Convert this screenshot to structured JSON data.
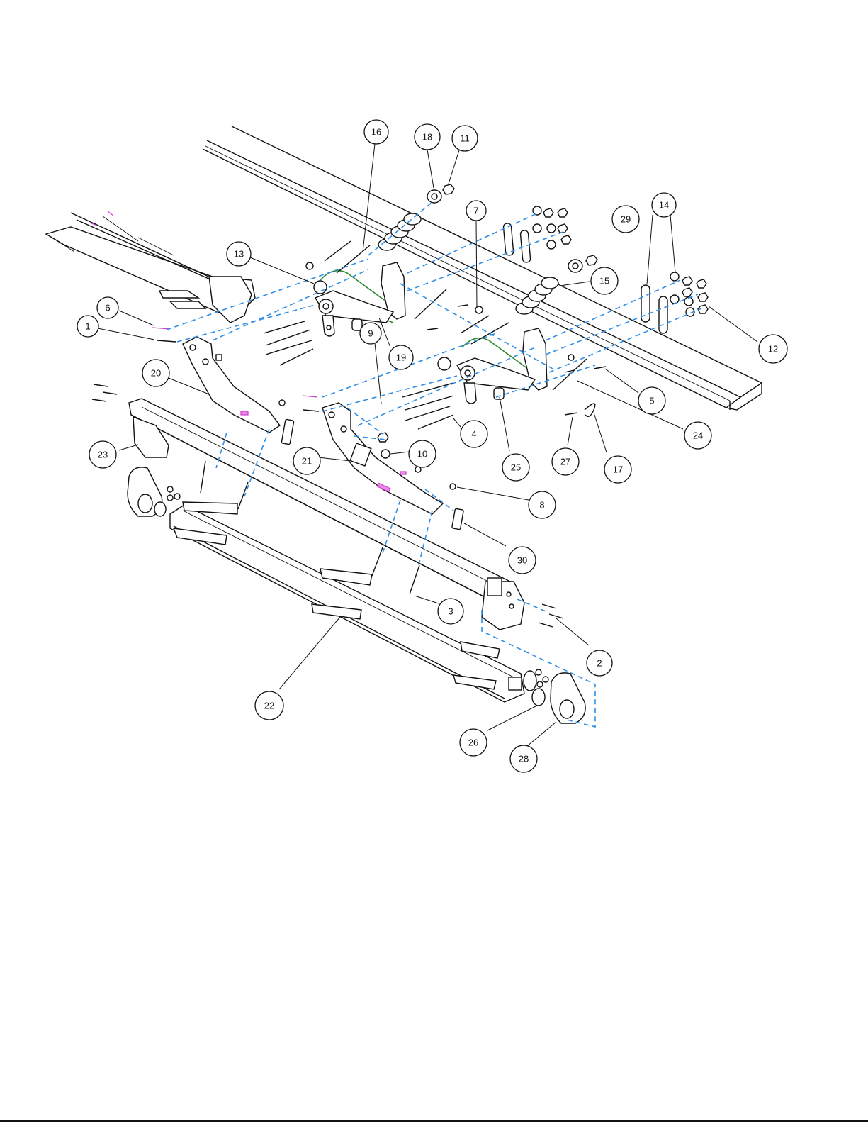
{
  "colors": {
    "line": "#111111",
    "dashed_guide": "#2f8fe8",
    "highlight_magenta": "#d23bd2",
    "highlight_green": "#2e8a2e"
  },
  "callouts": [
    {
      "label": "1"
    },
    {
      "label": "2"
    },
    {
      "label": "3"
    },
    {
      "label": "4"
    },
    {
      "label": "5"
    },
    {
      "label": "6"
    },
    {
      "label": "7"
    },
    {
      "label": "8"
    },
    {
      "label": "9"
    },
    {
      "label": "10"
    },
    {
      "label": "11"
    },
    {
      "label": "12"
    },
    {
      "label": "13"
    },
    {
      "label": "14"
    },
    {
      "label": "15"
    },
    {
      "label": "16"
    },
    {
      "label": "17"
    },
    {
      "label": "18"
    },
    {
      "label": "19"
    },
    {
      "label": "20"
    },
    {
      "label": "21"
    },
    {
      "label": "22"
    },
    {
      "label": "23"
    },
    {
      "label": "24"
    },
    {
      "label": "25"
    },
    {
      "label": "26"
    },
    {
      "label": "27"
    },
    {
      "label": "28"
    },
    {
      "label": "29"
    },
    {
      "label": "30"
    }
  ]
}
